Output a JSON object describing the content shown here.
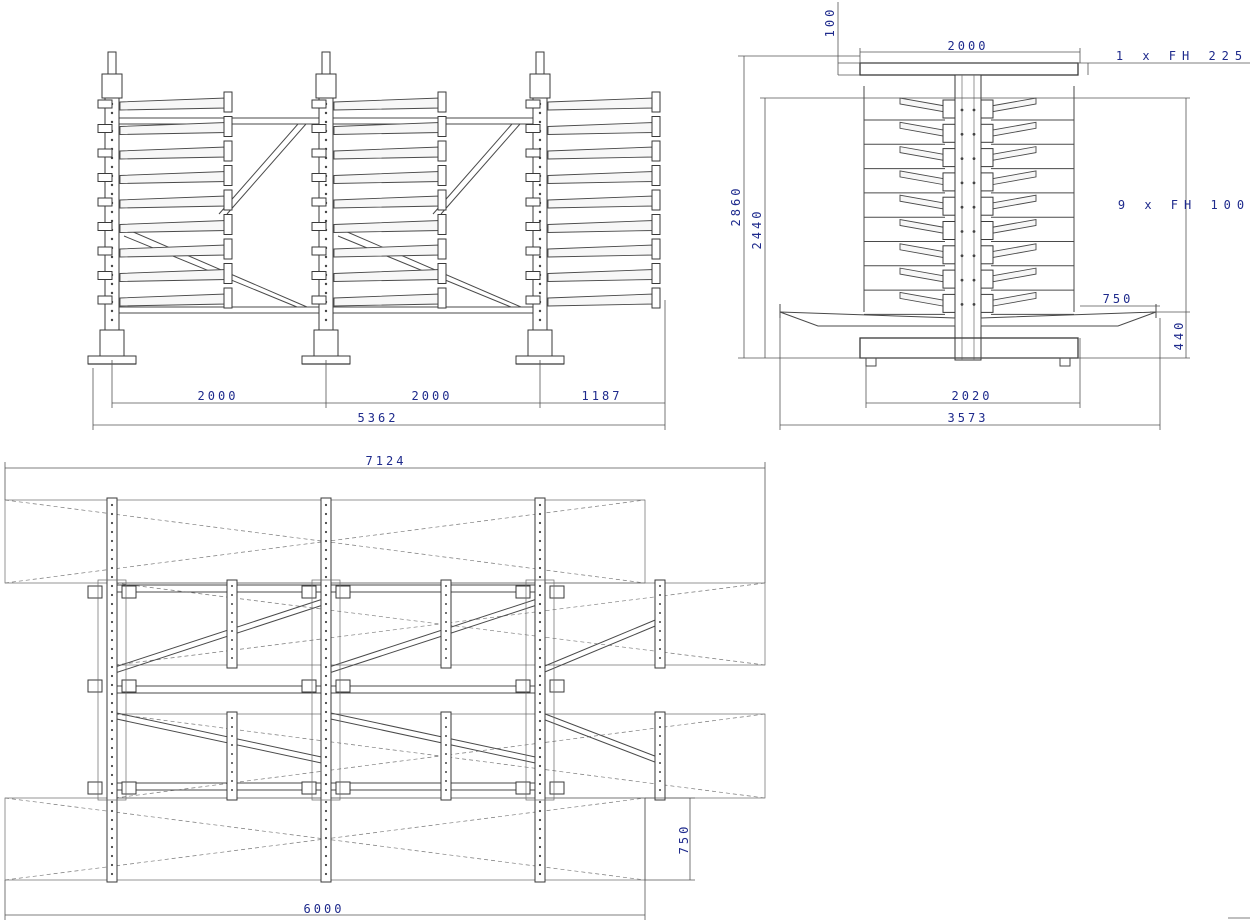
{
  "title": "",
  "colors": {
    "line": "#4a4a4a",
    "dimension_text": "#1e2a8c",
    "background": "#ffffff"
  },
  "front_view": {
    "bay_1": "2000",
    "bay_2": "2000",
    "overhang": "1187",
    "total_length": "5362"
  },
  "side_view": {
    "top_arm_thickness": "100",
    "top_arm_length": "2000",
    "top_arm_note": "1 x FH 225",
    "arm_levels_note": "9 x FH 100",
    "total_height": "2860",
    "arm_zone_height": "2440",
    "base_height": "440",
    "base_arm_length": "750",
    "base_width": "2020",
    "total_width": "3573"
  },
  "plan_view": {
    "total_length": "7124",
    "arm_length": "750",
    "column_spacing_length": "6000"
  }
}
